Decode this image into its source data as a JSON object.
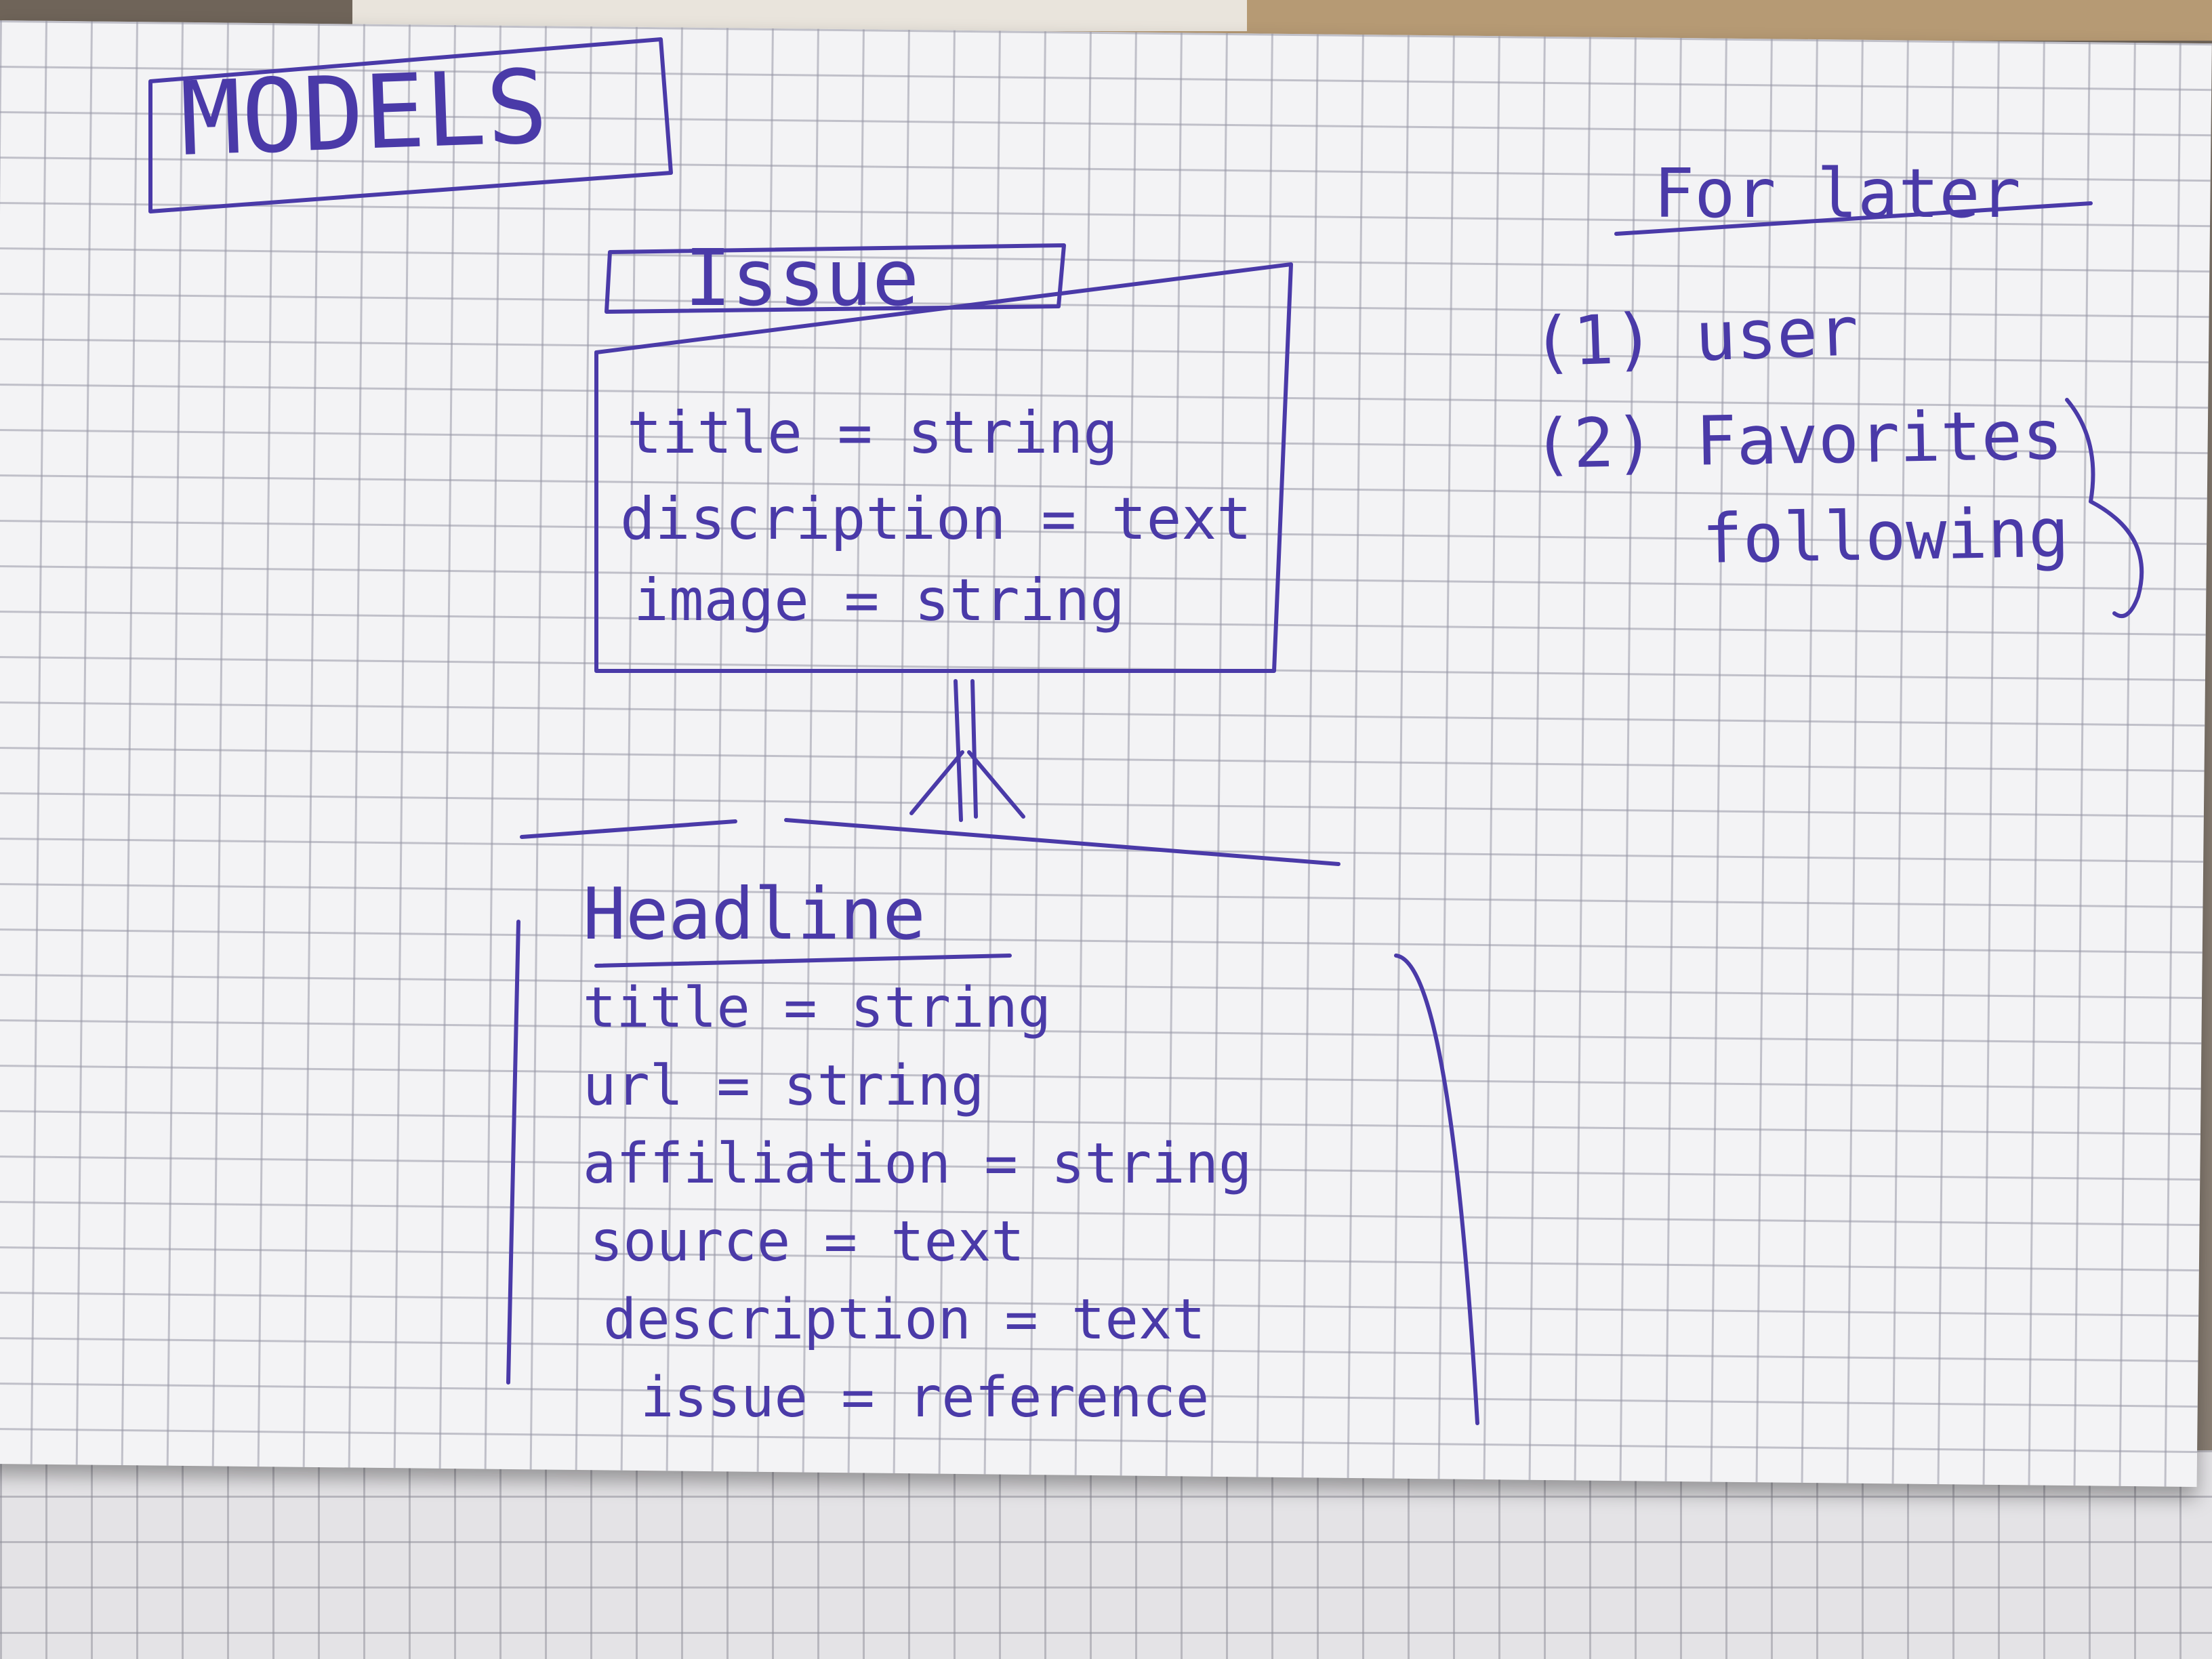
{
  "title": "MODELS",
  "for_later": {
    "heading": "For later",
    "items": [
      "(1) user",
      "(2) Favorites",
      "following"
    ]
  },
  "issue_model": {
    "name": "Issue",
    "fields": [
      "title = string",
      "discription = text",
      "image = string"
    ]
  },
  "headline_model": {
    "name": "Headline",
    "fields": [
      "title = string",
      "url = string",
      "affiliation = string",
      "source = text",
      "description = text",
      "issue = reference"
    ]
  },
  "ink_color": "#4a3aa8"
}
